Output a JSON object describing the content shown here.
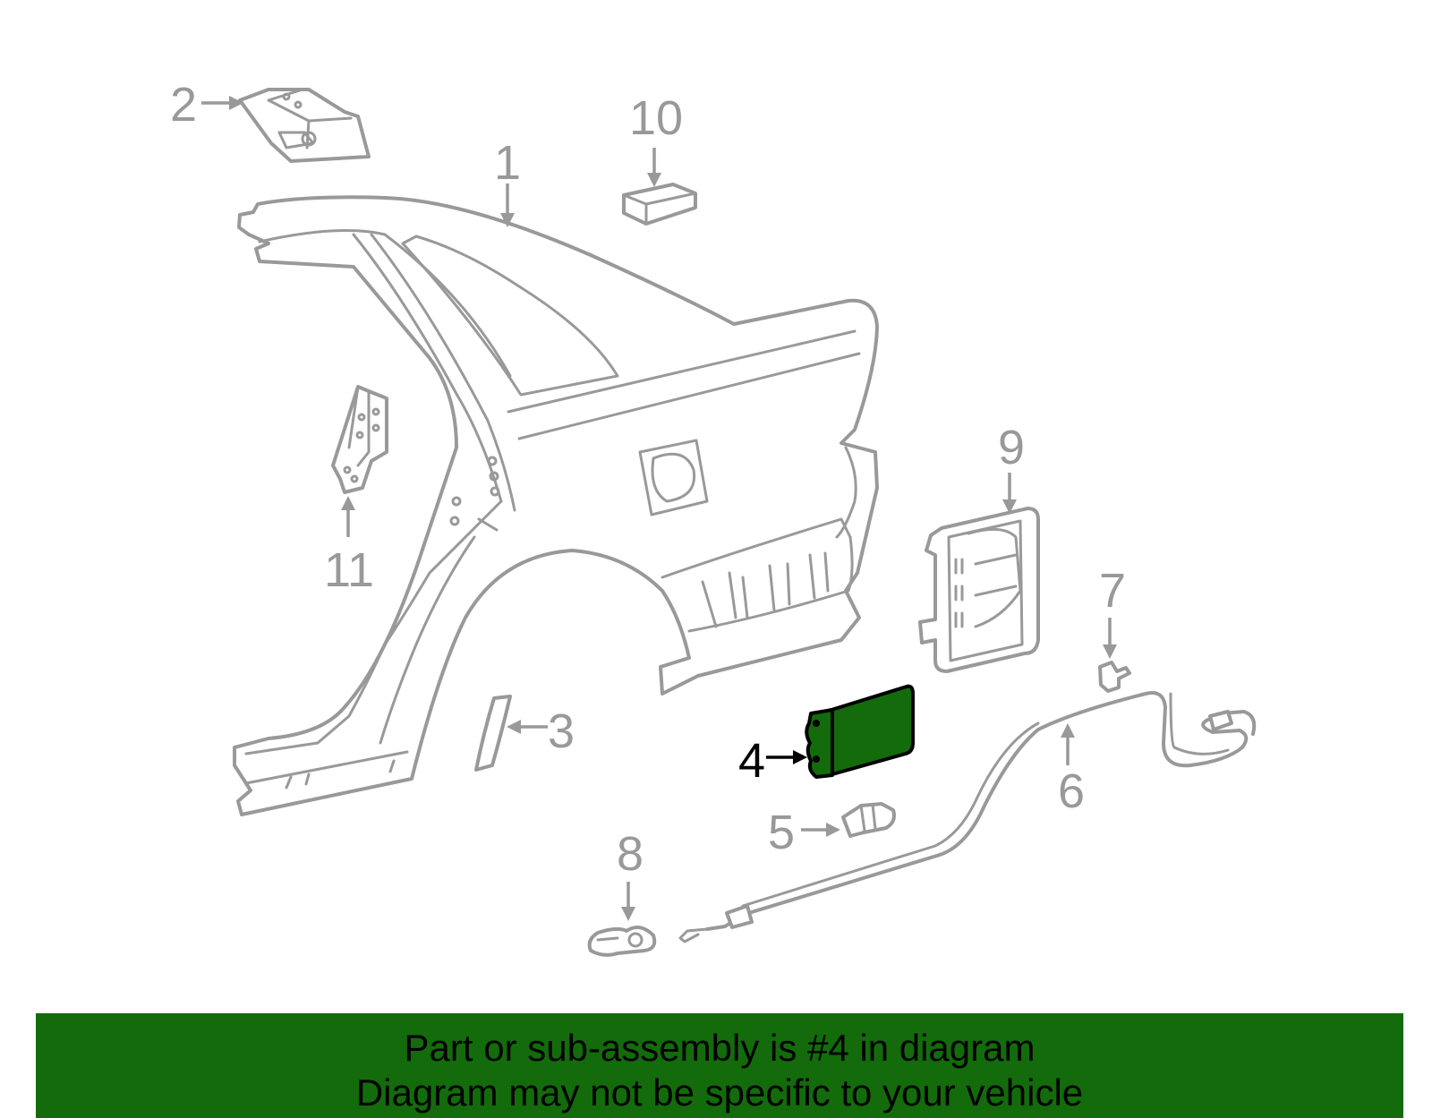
{
  "diagram": {
    "highlight_color": "#136b0b",
    "line_color": "#999999",
    "highlighted_part": "4",
    "callouts": {
      "c1": "1",
      "c2": "2",
      "c3": "3",
      "c4": "4",
      "c5": "5",
      "c6": "6",
      "c7": "7",
      "c8": "8",
      "c9": "9",
      "c10": "10",
      "c11": "11"
    }
  },
  "banner": {
    "line1": "Part or sub-assembly is #4 in diagram",
    "line2": "Diagram may not be specific to your vehicle",
    "background": "#136b0b"
  }
}
